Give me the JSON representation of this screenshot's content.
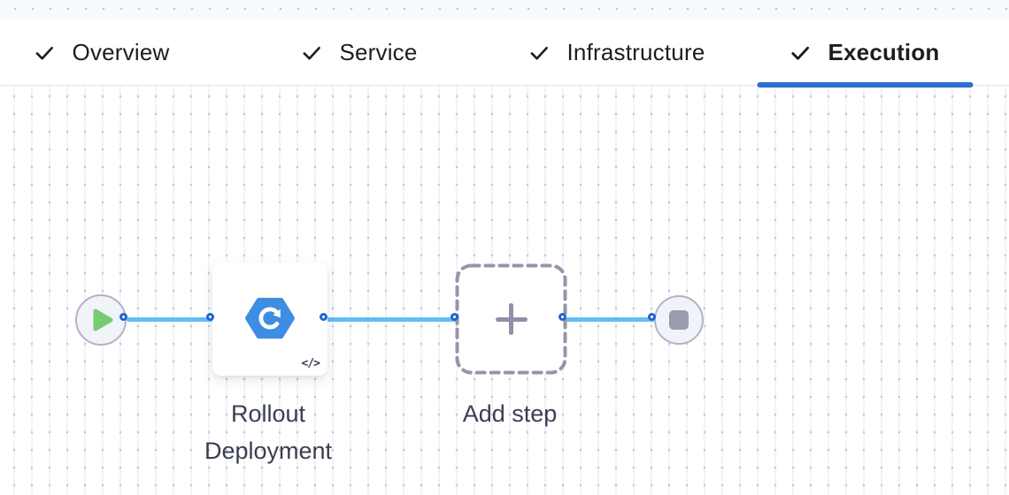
{
  "tab_bar": {
    "tabs": [
      {
        "label": "Overview",
        "completed": true,
        "active": false
      },
      {
        "label": "Service",
        "completed": true,
        "active": false
      },
      {
        "label": "Infrastructure",
        "completed": true,
        "active": false
      },
      {
        "label": "Execution",
        "completed": true,
        "active": true
      }
    ]
  },
  "canvas": {
    "start_node": {
      "icon": "play-icon"
    },
    "step": {
      "label": "Rollout Deployment",
      "icon": "rollout-deployment-icon",
      "badge_text": "</>"
    },
    "add_step": {
      "label": "Add step",
      "icon": "plus-icon"
    },
    "end_node": {
      "icon": "stop-icon"
    }
  },
  "colors": {
    "active_tab_underline": "#2b6fce",
    "connector_line": "#63bdf4",
    "port_ring": "#2065cc",
    "play_green": "#76cc71",
    "stop_grey": "#999bb0",
    "node_fill": "#f2f3f9",
    "node_border": "#b0b3c4",
    "step_icon_blue": "#3d8ee2",
    "label_text": "#3c3d51",
    "tab_text": "#1c1d22",
    "grid_dot": "#c2c9d5",
    "grid_line": "#edf5fb"
  }
}
